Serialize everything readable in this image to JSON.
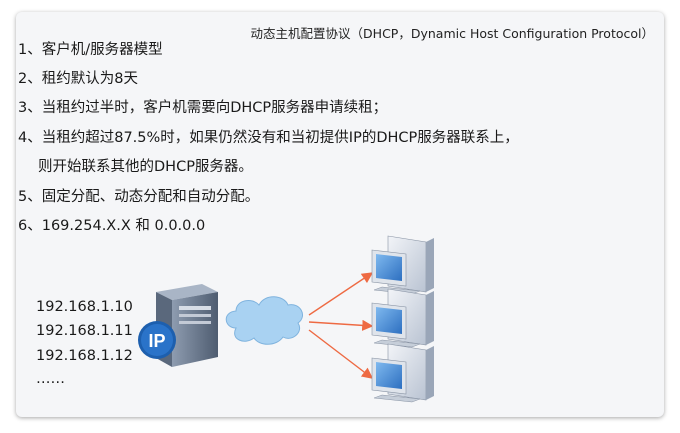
{
  "title": "动态主机配置协议（DHCP，Dynamic Host Configuration Protocol）",
  "points": [
    {
      "num": "1、",
      "text": "客户机/服务器模型"
    },
    {
      "num": "2、",
      "text": "租约默认为8天"
    },
    {
      "num": "3、",
      "text": "当租约过半时，客户机需要向DHCP服务器申请续租；"
    },
    {
      "num": "4、",
      "text": "当租约超过87.5%时，如果仍然没有和当初提供IP的DHCP服务器联系上，"
    },
    {
      "num": "",
      "text": "则开始联系其他的DHCP服务器。"
    },
    {
      "num": "5、",
      "text": "固定分配、动态分配和自动分配。"
    },
    {
      "num": "6、",
      "text": "169.254.X.X 和 0.0.0.0"
    }
  ],
  "ip_list": [
    "192.168.1.10",
    "192.168.1.11",
    "192.168.1.12",
    "……"
  ],
  "server_badge": "IP",
  "colors": {
    "arrow": "#ee6a43",
    "cloud": "#a9d2f2",
    "server_body": "#6d7d93",
    "badge": "#2a73c9",
    "monitor_screen": "#3f86d6"
  },
  "icons": [
    "server-icon",
    "cloud-icon",
    "client-computer-icon"
  ]
}
